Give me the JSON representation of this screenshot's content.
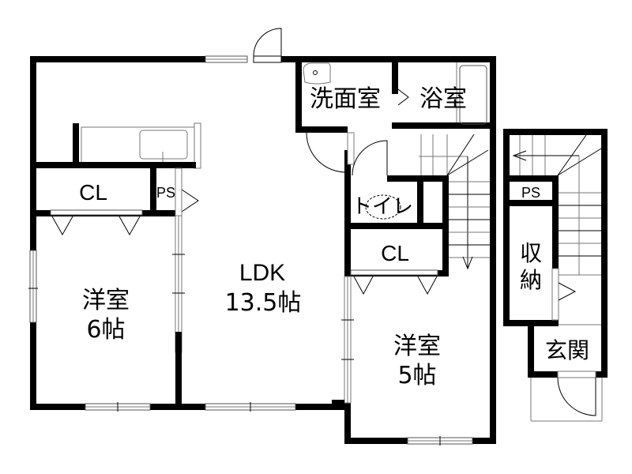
{
  "floor_plan": {
    "rooms": {
      "ldk": {
        "name": "LDK",
        "size": "13.5帖"
      },
      "western_6": {
        "name": "洋室",
        "size": "6帖"
      },
      "western_5": {
        "name": "洋室",
        "size": "5帖"
      },
      "closet_a": {
        "name": "CL"
      },
      "closet_b": {
        "name": "CL"
      },
      "ps_a": {
        "name": "PS"
      },
      "ps_b": {
        "name": "PS"
      },
      "washroom": {
        "name": "洗面室"
      },
      "bathroom": {
        "name": "浴室"
      },
      "toilet": {
        "name": "トイレ"
      },
      "storage": {
        "name": "収納"
      },
      "entrance": {
        "name": "玄関"
      }
    },
    "colors": {
      "wall": "#000000",
      "background": "#ffffff",
      "fixture": "#777777"
    }
  }
}
